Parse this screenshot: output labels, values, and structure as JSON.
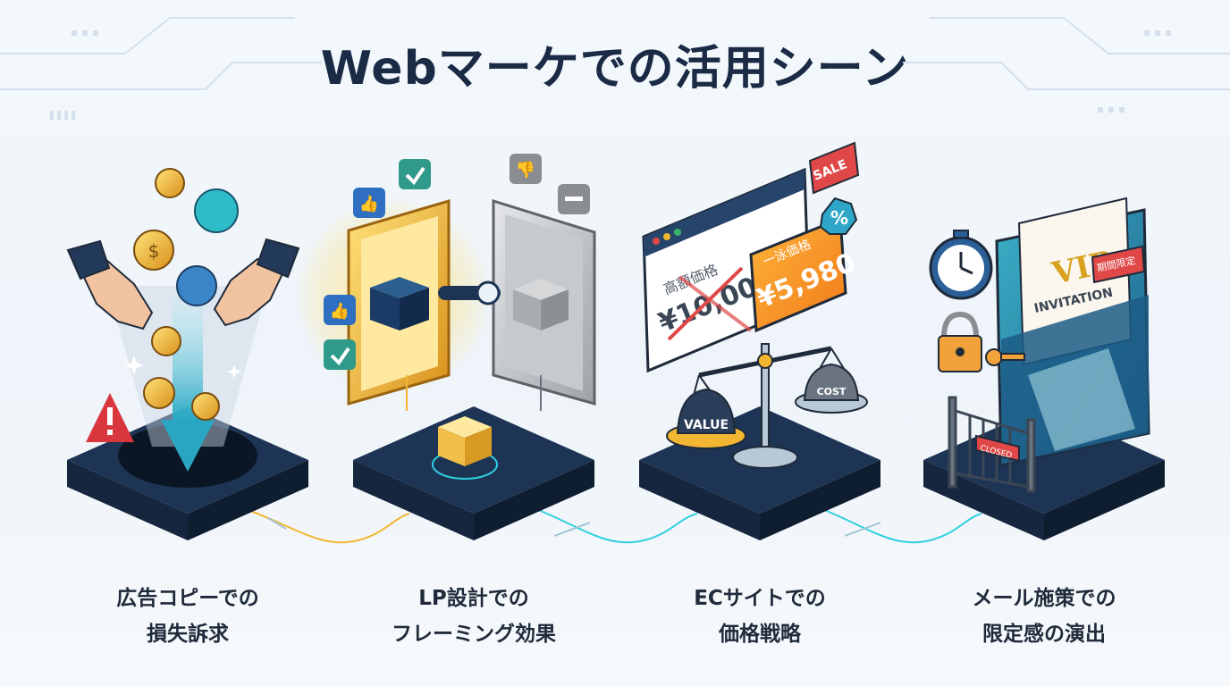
{
  "title": "Webマーケでの活用シーン",
  "scenes": [
    {
      "line1": "広告コピーでの",
      "line2": "損失訴求"
    },
    {
      "line1": "LP設計での",
      "line2": "フレーミング効果"
    },
    {
      "line1": "ECサイトでの",
      "line2": "価格戦略"
    },
    {
      "line1": "メール施策での",
      "line2": "限定感の演出"
    }
  ],
  "ec_panel": {
    "old_label": "高額価格",
    "old_price": "¥10,000",
    "new_label": "一泳価格",
    "new_price": "¥5,980",
    "sale": "SALE",
    "percent": "%",
    "value": "VALUE",
    "cost": "COST"
  },
  "mail_panel": {
    "vip": "VIP",
    "invitation": "INVITATION",
    "limited_tag": "期間限定",
    "gate_sign": "CLOSED"
  },
  "colors": {
    "title": "#1b2b45",
    "platform": "#1d3454",
    "accent_cyan": "#2fd0e0",
    "accent_gold": "#f2b632",
    "alert_red": "#d9363e"
  }
}
